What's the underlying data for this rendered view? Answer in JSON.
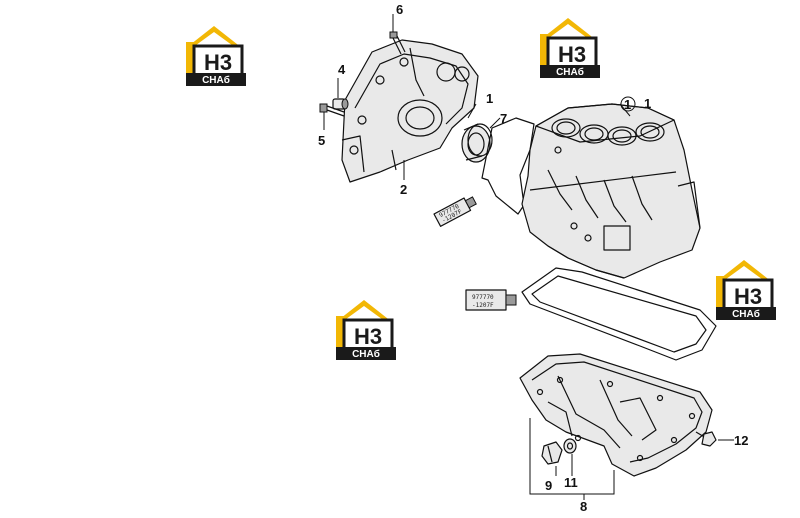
{
  "watermark": {
    "letters": "H3",
    "caption": "CHAб",
    "colors": {
      "roof": "#f2b705",
      "box": "#1a1a1a",
      "letters": "#1a1a1a",
      "caption_text": "#ffffff"
    }
  },
  "callouts": {
    "c1_top": "1",
    "c1_block": "1",
    "c2": "2",
    "c4": "4",
    "c5": "5",
    "c6": "6",
    "c7": "7",
    "c8": "8",
    "c9": "9",
    "c11": "11",
    "c12": "12"
  },
  "sealant_tubes": {
    "small_line1": "977770",
    "small_line2": "-1207F",
    "large_line1": "977770",
    "large_line2": "-1207F"
  },
  "colors": {
    "line": "#111111",
    "part_fill": "#e9e9e9",
    "background": "#ffffff"
  }
}
